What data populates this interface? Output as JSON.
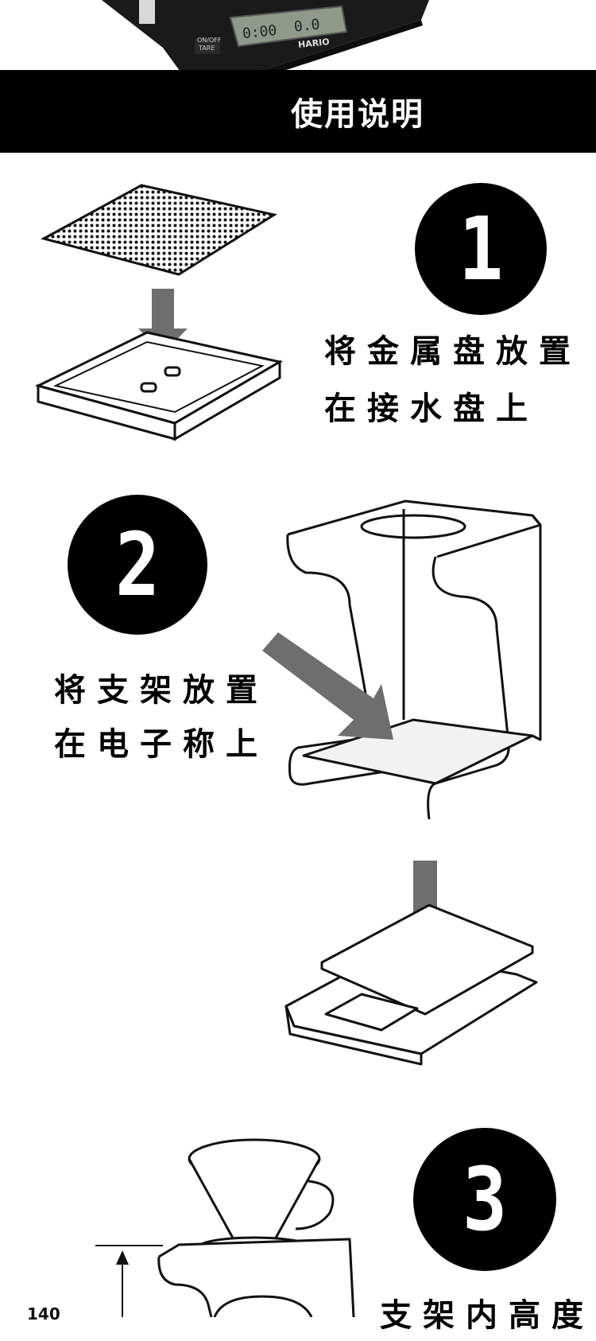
{
  "header": {
    "title": "使用说明",
    "scale_brand": "HARIO",
    "scale_display_left": "0:00",
    "scale_display_right": "0.0",
    "scale_button_left": "TARE",
    "scale_button_right": "ON/OFF"
  },
  "steps": [
    {
      "number": "1",
      "line1": "将金属盘放置",
      "line2": "在接水盘上"
    },
    {
      "number": "2",
      "line1": "将支架放置",
      "line2": "在电子称上"
    },
    {
      "number": "3",
      "line1": "支架内高度"
    }
  ],
  "dimension_label": "140"
}
